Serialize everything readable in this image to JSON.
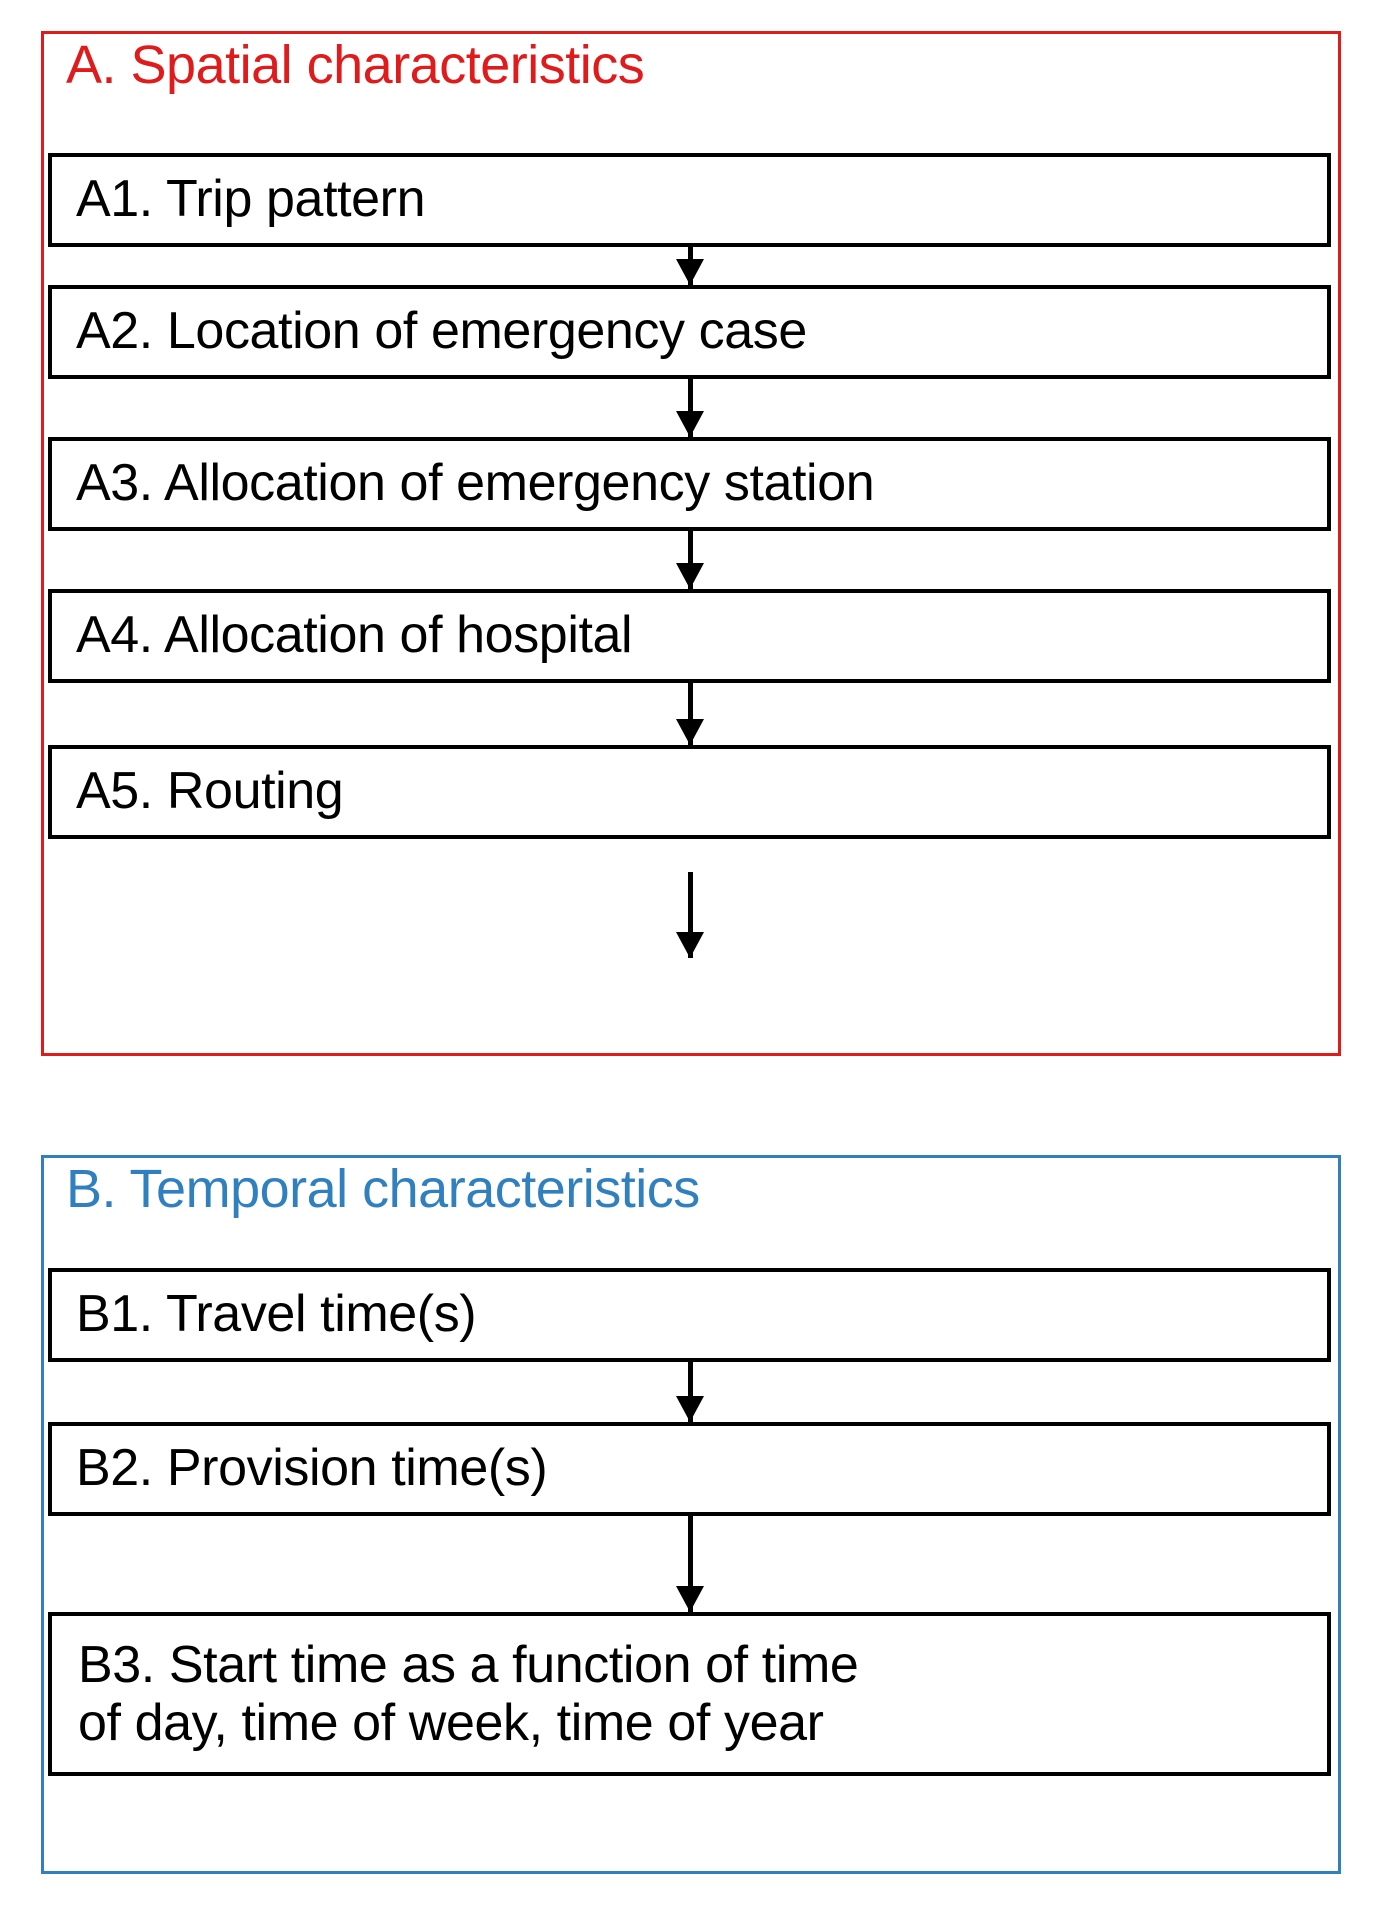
{
  "figure": {
    "type": "flow-diagram",
    "groups": [
      {
        "id": "A",
        "title": "A. Spatial characteristics",
        "color": "#e01b1b",
        "steps": [
          {
            "id": "A1",
            "label": "A1. Trip pattern"
          },
          {
            "id": "A2",
            "label": "A2. Location of emergency case"
          },
          {
            "id": "A3",
            "label": "A3. Allocation of emergency station"
          },
          {
            "id": "A4",
            "label": "A4. Allocation of hospital"
          },
          {
            "id": "A5",
            "label": "A5. Routing"
          }
        ]
      },
      {
        "id": "B",
        "title": "B. Temporal characteristics",
        "color": "#3080bf",
        "steps": [
          {
            "id": "B1",
            "label": "B1. Travel time(s)"
          },
          {
            "id": "B2",
            "label": "B2. Provision time(s)"
          },
          {
            "id": "B3",
            "label": "B3. Start time as a function of time\n of day, time of week, time of year"
          }
        ]
      }
    ]
  }
}
